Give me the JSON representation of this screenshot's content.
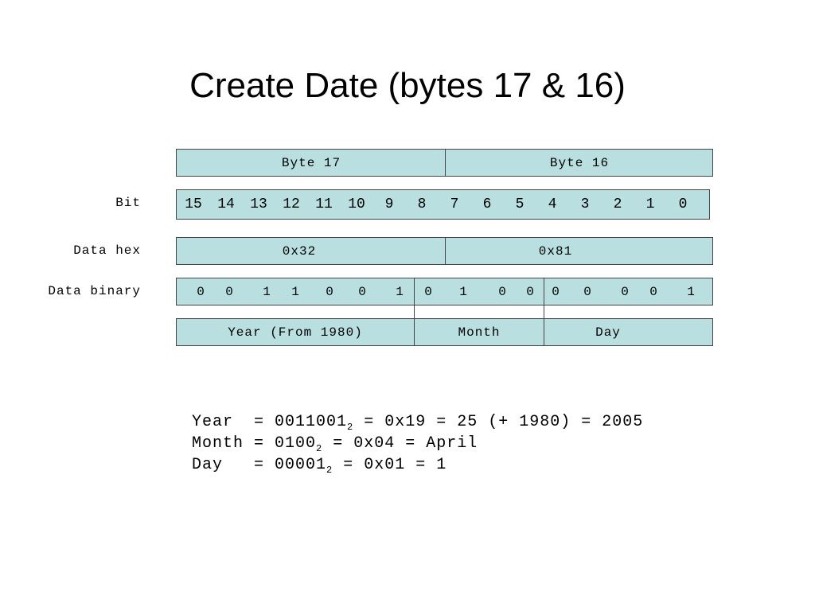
{
  "title": "Create Date (bytes 17 & 16)",
  "labels": {
    "bit": "Bit",
    "data_hex": "Data hex",
    "data_binary": "Data binary"
  },
  "bytes": [
    {
      "name": "Byte 17",
      "hex": "0x32"
    },
    {
      "name": "Byte 16",
      "hex": "0x81"
    }
  ],
  "bits": [
    "15",
    "14",
    "13",
    "12",
    "11",
    "10",
    "9",
    "8",
    "7",
    "6",
    "5",
    "4",
    "3",
    "2",
    "1",
    "0"
  ],
  "binary": [
    "0",
    "0",
    "1",
    "1",
    "0",
    "0",
    "1",
    "0",
    "1",
    "0",
    "0",
    "0",
    "0",
    "0",
    "0",
    "1"
  ],
  "fields": [
    {
      "name": "Year (From 1980)"
    },
    {
      "name": "Month"
    },
    {
      "name": "Day"
    }
  ],
  "formulas": {
    "year": {
      "head": "Year  = 0011001",
      "base": "2",
      "tail": " = 0x19 = 25 (+ 1980) = 2005"
    },
    "month": {
      "head": "Month = 0100",
      "base": "2",
      "tail": " = 0x04 = April"
    },
    "day": {
      "head": "Day   = 00001",
      "base": "2",
      "tail": " = 0x01 = 1"
    }
  },
  "colors": {
    "cell_fill": "#b9dfe0",
    "border": "#444444"
  }
}
